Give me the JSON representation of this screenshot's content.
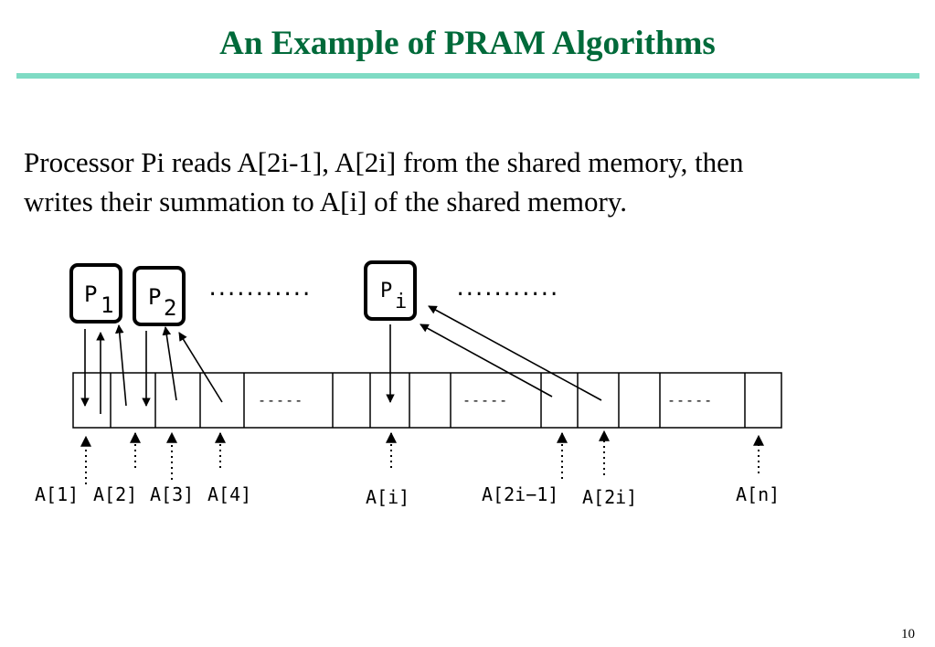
{
  "slide": {
    "title": "An Example of PRAM Algorithms",
    "text_lines": [
      "Processor Pi reads A[2i-1], A[2i] from the shared memory, then",
      "writes their summation to A[i] of the shared memory."
    ],
    "page_number": "10"
  },
  "colors": {
    "title": "#006a3a",
    "rule": "#7fdbc4",
    "ink": "#000000"
  },
  "diagram": {
    "processors": [
      {
        "name": "P",
        "sub": "1"
      },
      {
        "name": "P",
        "sub": "2"
      },
      {
        "name": "P",
        "sub": "i"
      }
    ],
    "ellipses": [
      "...........",
      "..........."
    ],
    "memory_gaps": [
      "-----",
      "-----",
      "-----"
    ],
    "memory_labels": [
      "A[1]",
      "A[2]",
      "A[3]",
      "A[4]",
      "A[i]",
      "A[2i−1]",
      "A[2i]",
      "A[n]"
    ]
  }
}
